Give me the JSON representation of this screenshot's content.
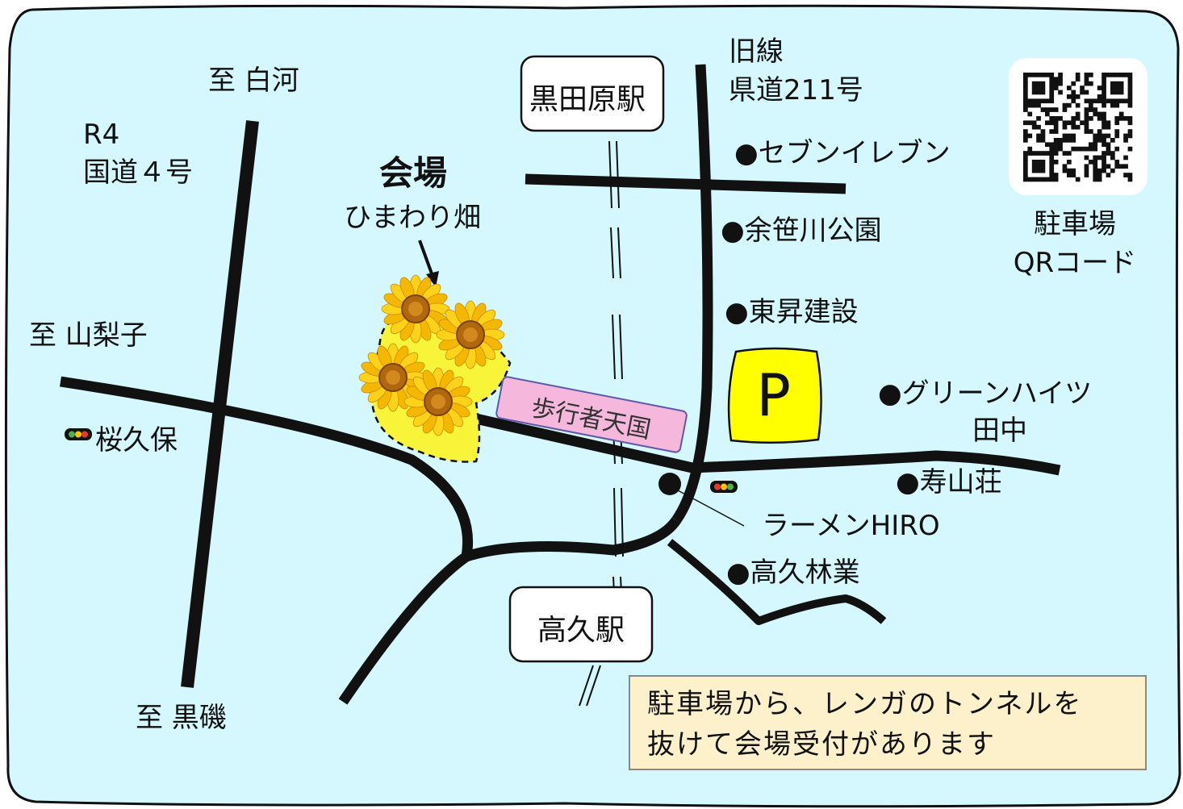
{
  "colors": {
    "background": "#d4f8fd",
    "road": "#111111",
    "field": "#f7f43a",
    "parking": "#ffff00",
    "pedestrian": "#f6b7dc",
    "note_box": "#fdf1cc",
    "station_box": "#ffffff"
  },
  "labels": {
    "to_shirakawa": "至 白河",
    "route4_code": "R4",
    "route4_name": "国道４号",
    "to_yamanashiko": "至 山梨子",
    "sakurakubo": "桜久保",
    "to_kuroiso": "至 黒磯",
    "old_line": "旧線",
    "pref_road": "県道211号",
    "seven_eleven": "●セブンイレブン",
    "yosasagawa_park": "●余笹川公園",
    "tosho_kensetsu": "●東昇建設",
    "green_heights_1": "●グリーンハイツ",
    "green_heights_2": "田中",
    "jusanso": "●寿山荘",
    "ramen_hiro": "ラーメンHIRO",
    "takaku_ringyo": "●高久林業"
  },
  "stations": {
    "kurodahara": "黒田原駅",
    "takaku": "高久駅"
  },
  "venue": {
    "title": "会場",
    "subtitle": "ひまわり畑"
  },
  "pedestrian": "歩行者天国",
  "parking_letter": "P",
  "qr": {
    "caption_line1": "駐車場",
    "caption_line2": "QRコード"
  },
  "note": {
    "line1": "駐車場から、レンガのトンネルを",
    "line2": "抜けて会場受付があります"
  },
  "icons": {
    "traffic_signal": "traffic-light-icon",
    "sunflower": "sunflower-icon",
    "parking": "parking-icon",
    "qr_code": "qr-code-icon",
    "pointer": "arrow-icon"
  }
}
